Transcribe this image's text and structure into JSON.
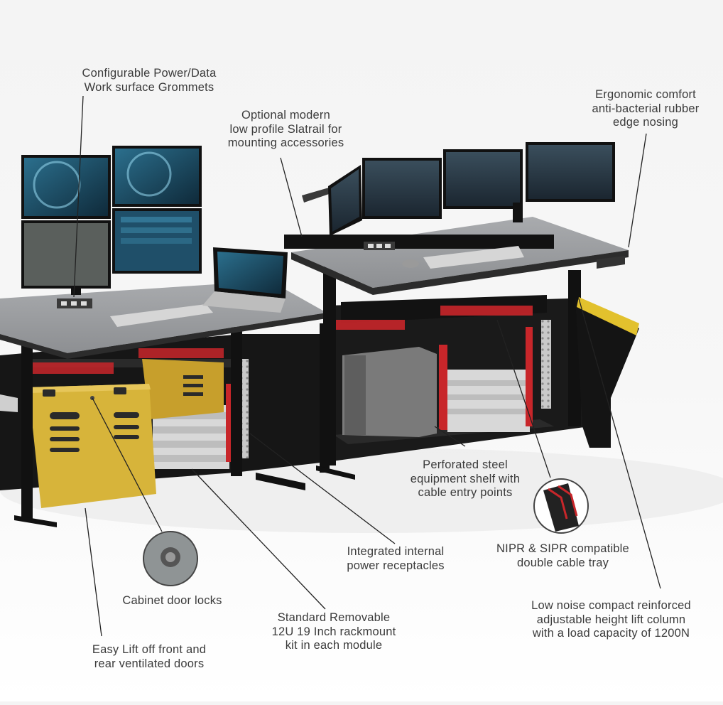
{
  "callouts": {
    "grommets": [
      "Configurable Power/Data",
      "Work surface Grommets"
    ],
    "slatrail": [
      "Optional modern",
      "low profile Slatrail for",
      "mounting accessories"
    ],
    "nosing": [
      "Ergonomic comfort",
      "anti-bacterial rubber",
      "edge nosing"
    ],
    "shelf": [
      "Perforated steel",
      "equipment shelf with",
      "cable entry points"
    ],
    "receptacles": [
      "Integrated internal",
      "power receptacles"
    ],
    "tray": [
      "NIPR & SIPR compatible",
      "double cable tray"
    ],
    "locks": [
      "Cabinet door locks"
    ],
    "lift": [
      "Low noise compact reinforced",
      "adjustable height lift column",
      "with a load capacity of 1200N"
    ],
    "rackmount": [
      "Standard Removable",
      "12U 19 Inch rackmount",
      "kit in each module"
    ],
    "doors": [
      "Easy Lift off front and",
      "rear ventilated doors"
    ]
  },
  "colors": {
    "frame": "#141414",
    "desktop": "#9a9c9f",
    "door": "#d7b43a",
    "accent_red": "#c8262a",
    "nosing_yellow": "#e2c12d",
    "screen": "#1f4f69"
  }
}
